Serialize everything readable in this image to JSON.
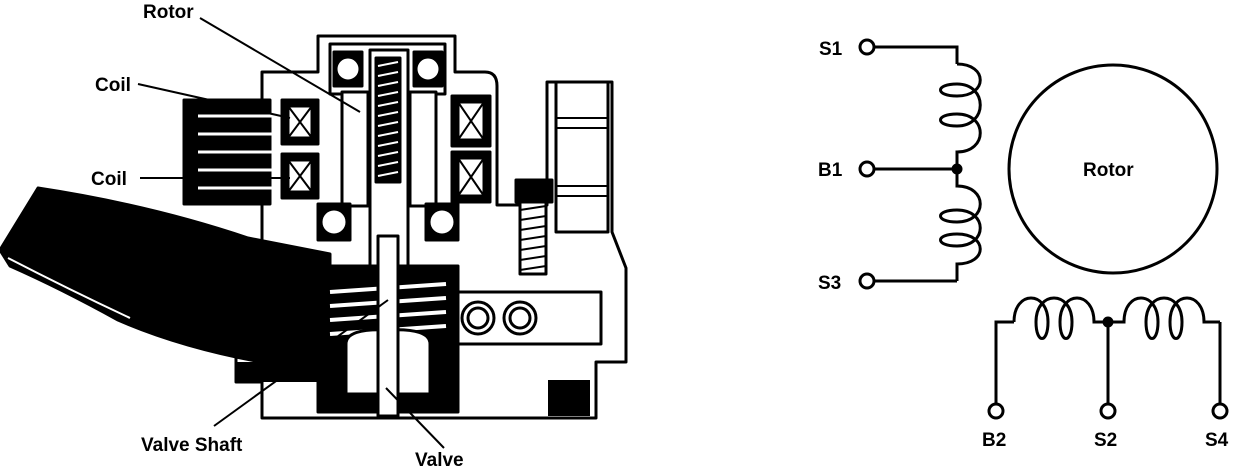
{
  "left_labels": {
    "rotor": "Rotor",
    "coil_top": "Coil",
    "coil_bottom": "Coil",
    "valve_shaft": "Valve Shaft",
    "valve": "Valve"
  },
  "schematic": {
    "rotor_label": "Rotor",
    "terminals": {
      "s1": "S1",
      "b1": "B1",
      "s3": "S3",
      "b2": "B2",
      "s2": "S2",
      "s4": "S4"
    }
  }
}
